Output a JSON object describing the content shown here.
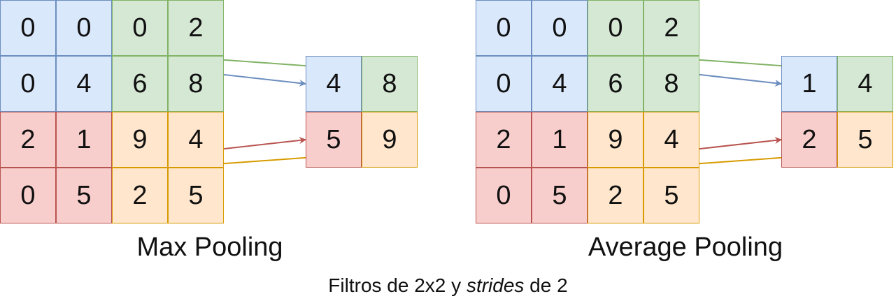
{
  "colors": {
    "blue": "#dae8fc",
    "blue_border": "#6c8ebf",
    "green": "#d5e8d4",
    "green_border": "#82b366",
    "red": "#f8cecc",
    "red_border": "#b85450",
    "orange": "#ffe6cc",
    "orange_border": "#d79b00"
  },
  "max_pooling": {
    "title": "Max Pooling",
    "input": [
      [
        "0",
        "0",
        "0",
        "2"
      ],
      [
        "0",
        "4",
        "6",
        "8"
      ],
      [
        "2",
        "1",
        "9",
        "4"
      ],
      [
        "0",
        "5",
        "2",
        "5"
      ]
    ],
    "output": [
      [
        "4",
        "8"
      ],
      [
        "5",
        "9"
      ]
    ]
  },
  "average_pooling": {
    "title": "Average Pooling",
    "input": [
      [
        "0",
        "0",
        "0",
        "2"
      ],
      [
        "0",
        "4",
        "6",
        "8"
      ],
      [
        "2",
        "1",
        "9",
        "4"
      ],
      [
        "0",
        "5",
        "2",
        "5"
      ]
    ],
    "output": [
      [
        "1",
        "4"
      ],
      [
        "2",
        "5"
      ]
    ]
  },
  "caption": {
    "prefix": "Filtros de 2x2 y ",
    "emphasis": "strides",
    "suffix": " de 2"
  }
}
